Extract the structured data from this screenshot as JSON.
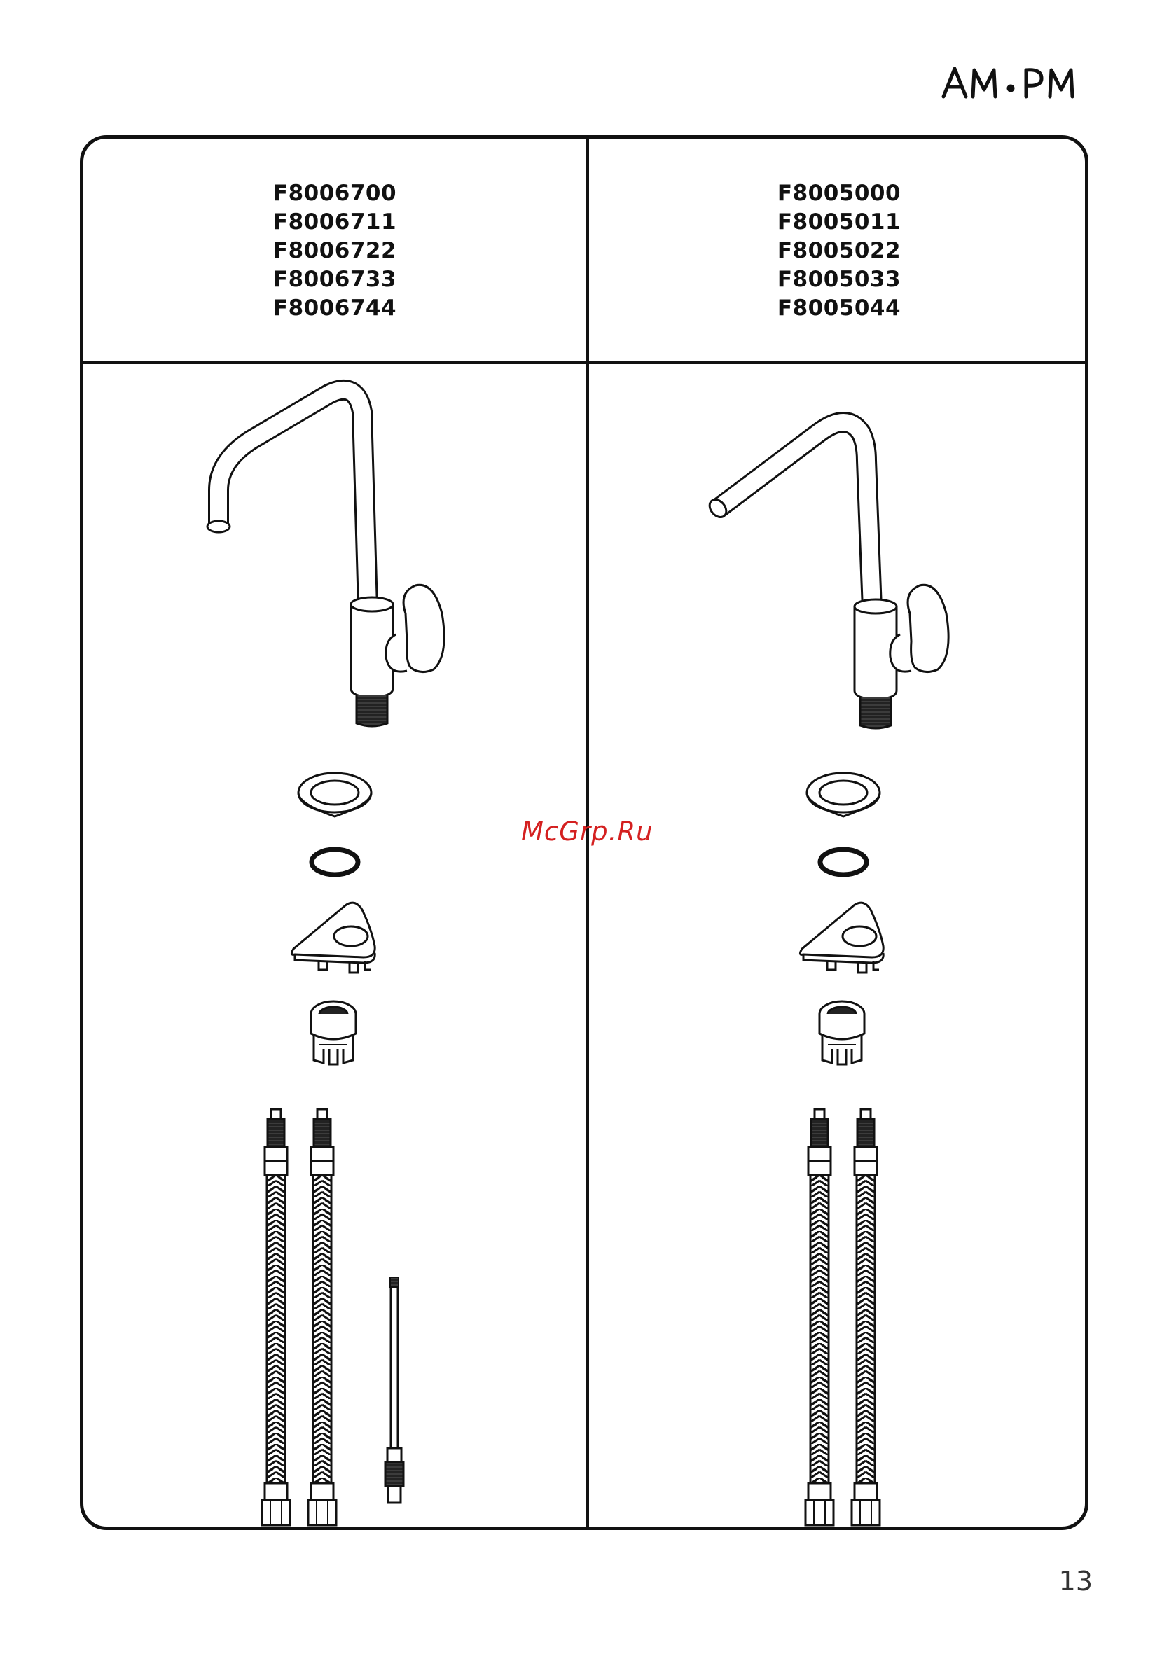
{
  "header": {
    "brand_logo": "AM·PM"
  },
  "table": {
    "left_codes": [
      "F8006700",
      "F8006711",
      "F8006722",
      "F8006733",
      "F8006744"
    ],
    "right_codes": [
      "F8005000",
      "F8005011",
      "F8005022",
      "F8005033",
      "F8005044"
    ]
  },
  "watermark": "McGrp.Ru",
  "footer": {
    "page_number": "13"
  },
  "colors": {
    "line": "#111111",
    "watermark": "#d42020"
  },
  "icons": [
    "brand-logo",
    "faucet-high-arc-icon",
    "faucet-angled-spout-icon",
    "flat-washer-icon",
    "o-ring-icon",
    "mounting-bracket-icon",
    "mounting-nut-icon",
    "braided-hose-icon",
    "threaded-stud-icon"
  ]
}
